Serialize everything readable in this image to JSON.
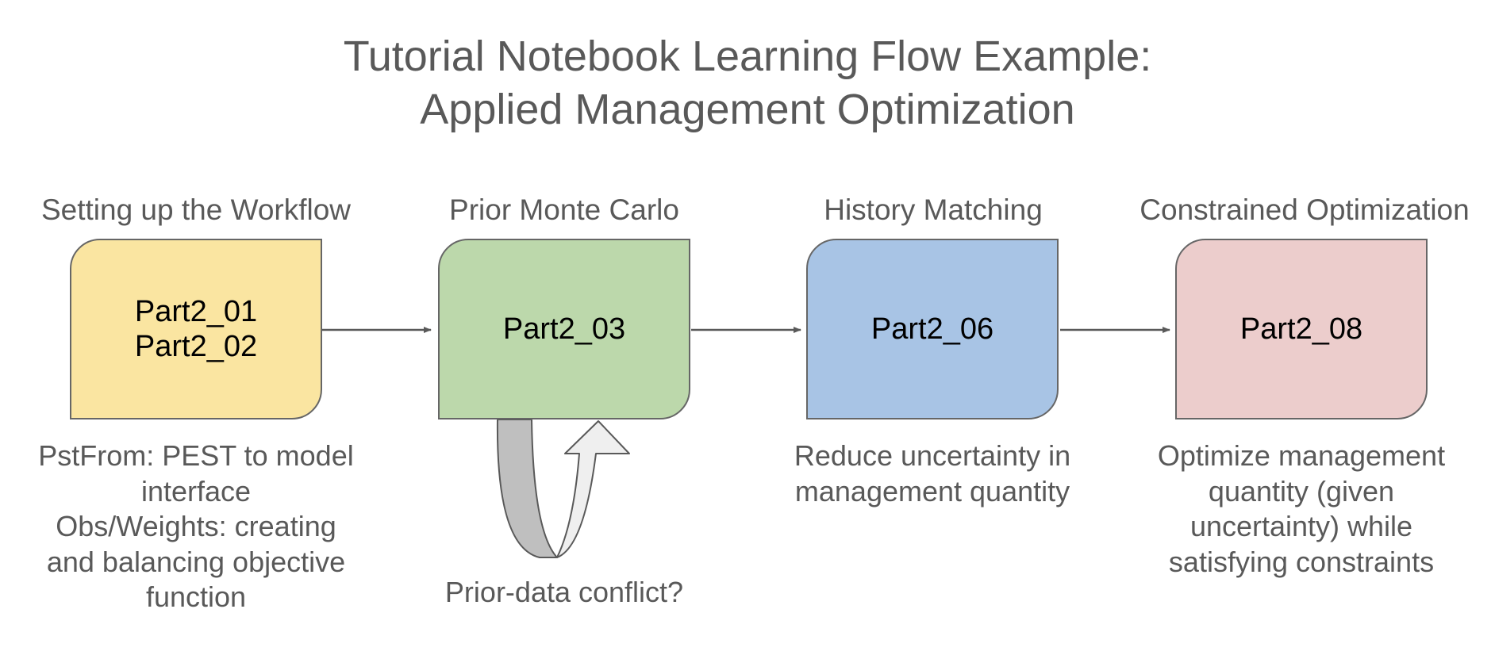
{
  "title": {
    "line1": "Tutorial Notebook Learning Flow Example:",
    "line2": "Applied Management Optimization"
  },
  "stages": [
    {
      "heading": "Setting up the Workflow",
      "notebooks": [
        "Part2_01",
        "Part2_02"
      ],
      "color": "#fae5a1",
      "description": [
        "PstFrom: PEST to model",
        "interface",
        "Obs/Weights: creating",
        "and balancing objective",
        "function"
      ]
    },
    {
      "heading": "Prior Monte Carlo",
      "notebooks": [
        "Part2_03"
      ],
      "color": "#bcd8ab",
      "loop_label": "Prior-data conflict?"
    },
    {
      "heading": "History Matching",
      "notebooks": [
        "Part2_06"
      ],
      "color": "#a8c4e5",
      "description": [
        "Reduce uncertainty in",
        "management quantity"
      ]
    },
    {
      "heading": "Constrained Optimization",
      "notebooks": [
        "Part2_08"
      ],
      "color": "#eccdcc",
      "description": [
        "Optimize management",
        "quantity (given",
        "uncertainty) while",
        "satisfying constraints"
      ]
    }
  ],
  "colors": {
    "title_text": "#595959",
    "box_border": "#666666",
    "arrow": "#595959",
    "loop_back_fill": "#bfbfbf",
    "loop_front_fill": "#efefef"
  }
}
